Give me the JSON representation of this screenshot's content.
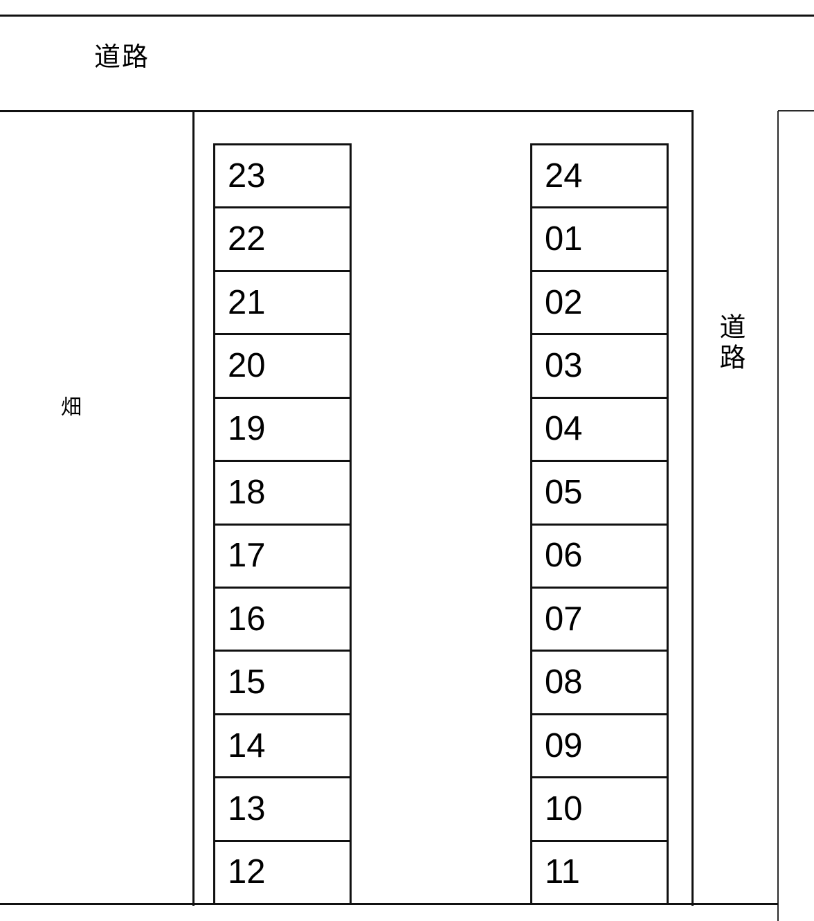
{
  "diagram": {
    "type": "parking-lot-site-plan",
    "background_color": "#ffffff",
    "line_color": "#111111"
  },
  "labels": {
    "road_top": "道路",
    "road_right": "道路",
    "field_left": "畑"
  },
  "columns": [
    {
      "id": "column-left",
      "name": "left-stall-column",
      "stalls": [
        {
          "number": "23"
        },
        {
          "number": "22"
        },
        {
          "number": "21"
        },
        {
          "number": "20"
        },
        {
          "number": "19"
        },
        {
          "number": "18"
        },
        {
          "number": "17"
        },
        {
          "number": "16"
        },
        {
          "number": "15"
        },
        {
          "number": "14"
        },
        {
          "number": "13"
        },
        {
          "number": "12"
        }
      ]
    },
    {
      "id": "column-right",
      "name": "right-stall-column",
      "stalls": [
        {
          "number": "24"
        },
        {
          "number": "01"
        },
        {
          "number": "02"
        },
        {
          "number": "03"
        },
        {
          "number": "04"
        },
        {
          "number": "05"
        },
        {
          "number": "06"
        },
        {
          "number": "07"
        },
        {
          "number": "08"
        },
        {
          "number": "09"
        },
        {
          "number": "10"
        },
        {
          "number": "11"
        }
      ]
    }
  ]
}
